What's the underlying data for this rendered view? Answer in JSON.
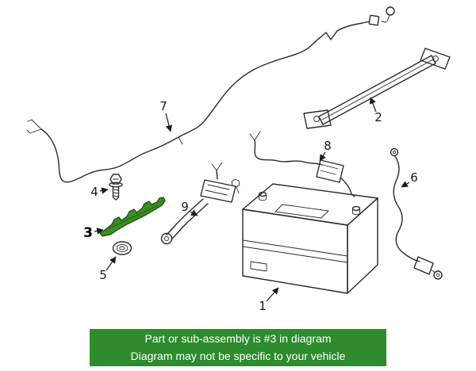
{
  "diagram": {
    "description": "battery-and-cables-parts-diagram",
    "highlighted_part": "3",
    "highlight_color": "#3c8d23",
    "line_color": "#2b2b2b",
    "callouts": {
      "1": "1",
      "2": "2",
      "3": "3",
      "4": "4",
      "5": "5",
      "6": "6",
      "7": "7",
      "8": "8",
      "9": "9"
    }
  },
  "banner": {
    "background_color": "#2e8b2e",
    "text_color": "#ffffff",
    "line1": "Part or sub-assembly is #3 in diagram",
    "line2": "Diagram may not be specific to your vehicle"
  }
}
